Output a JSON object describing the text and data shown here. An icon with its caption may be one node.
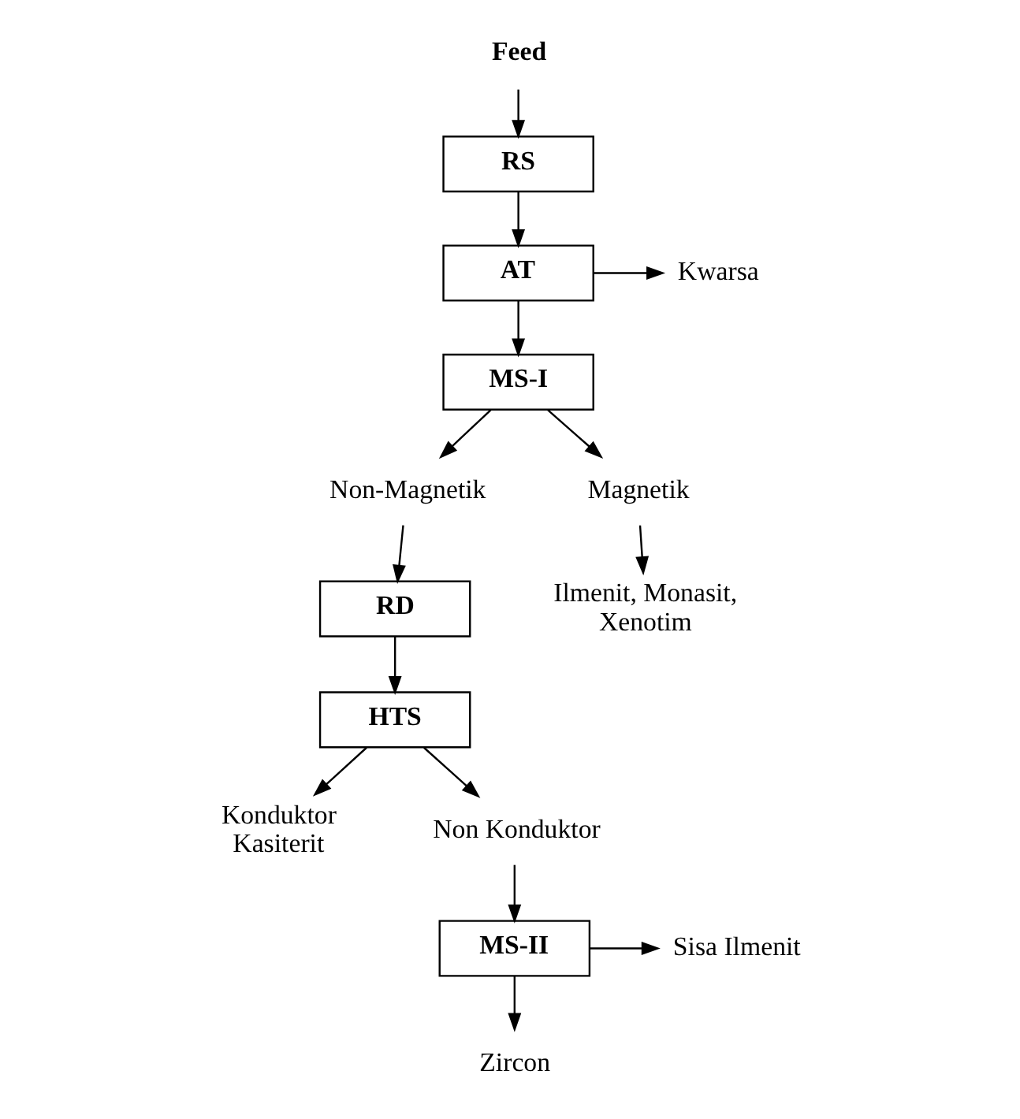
{
  "diagram": {
    "nodes": [
      {
        "text": [
          "Feed"
        ]
      },
      {
        "text": [
          "RS"
        ]
      },
      {
        "text": [
          "AT"
        ]
      },
      {
        "text": [
          "Kwarsa"
        ]
      },
      {
        "text": [
          "MS-I"
        ]
      },
      {
        "text": [
          "Non-Magnetik"
        ]
      },
      {
        "text": [
          "Magnetik"
        ]
      },
      {
        "text": [
          "RD"
        ]
      },
      {
        "text": [
          "Ilmenit, Monasit, Xenotim"
        ]
      },
      {
        "text": [
          "HTS"
        ]
      },
      {
        "text": [
          "Konduktor Kasiterit"
        ]
      },
      {
        "text": [
          "Non Konduktor"
        ]
      },
      {
        "text": [
          "MS-II"
        ]
      },
      {
        "text": [
          "Sisa Ilmenit"
        ]
      },
      {
        "text": [
          "Zircon"
        ]
      }
    ],
    "edges": [
      {
        "from": 0,
        "to": 1,
        "arrow": "to"
      },
      {
        "from": 1,
        "to": 2,
        "arrow": "to"
      },
      {
        "from": 2,
        "to": 3,
        "arrow": "to"
      },
      {
        "from": 2,
        "to": 4,
        "arrow": "to"
      },
      {
        "from": 4,
        "to": 5,
        "arrow": "to"
      },
      {
        "from": 4,
        "to": 6,
        "arrow": "to"
      },
      {
        "from": 5,
        "to": 7,
        "arrow": "to"
      },
      {
        "from": 6,
        "to": 8,
        "arrow": "to"
      },
      {
        "from": 7,
        "to": 9,
        "arrow": "to"
      },
      {
        "from": 9,
        "to": 10,
        "arrow": "to"
      },
      {
        "from": 9,
        "to": 11,
        "arrow": "to"
      },
      {
        "from": 11,
        "to": 12,
        "arrow": "to"
      },
      {
        "from": 12,
        "to": 13,
        "arrow": "to"
      },
      {
        "from": 12,
        "to": 14,
        "arrow": "to"
      }
    ]
  }
}
